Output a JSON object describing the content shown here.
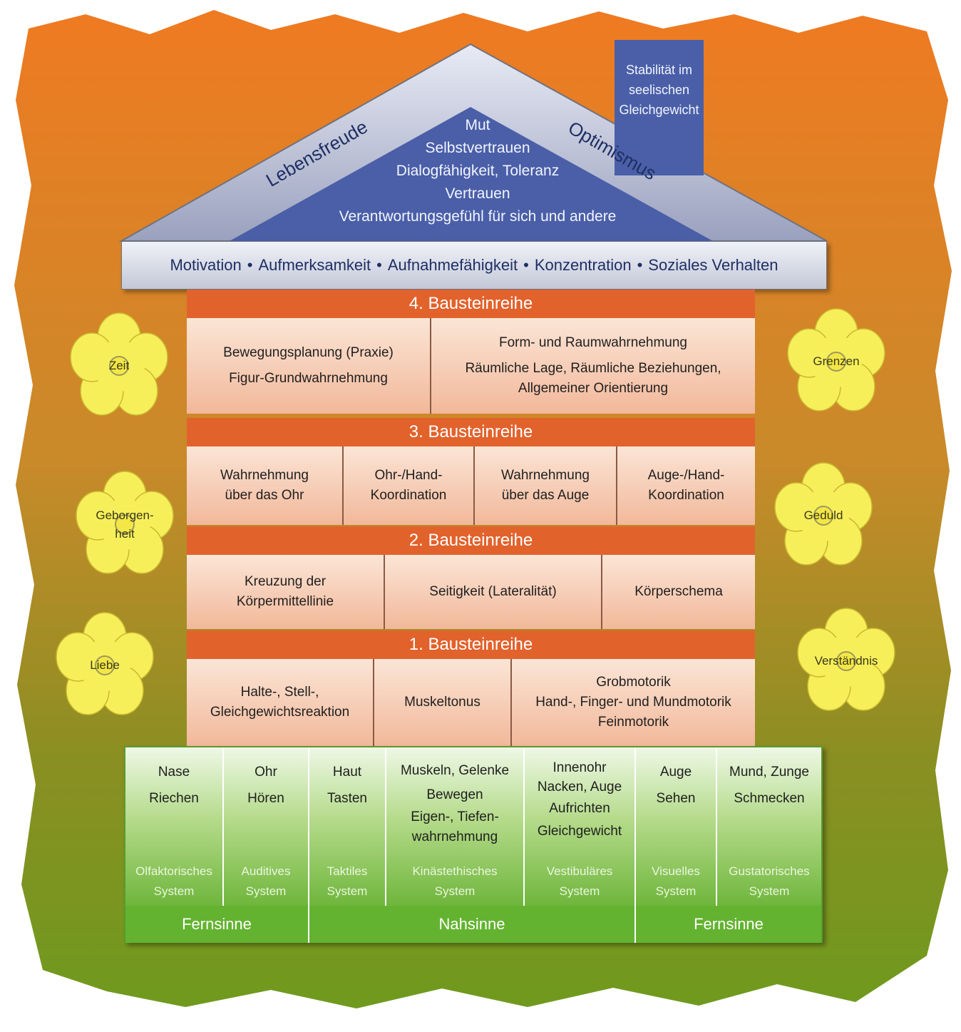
{
  "roof": {
    "left_slope": "Lebensfreude",
    "right_slope": "Optimismus",
    "chimney_lines": [
      "Stabilität im",
      "seelischen",
      "Gleichgewicht"
    ],
    "center_lines": [
      "Mut",
      "Selbstvertrauen",
      "Dialogfähigkeit, Toleranz",
      "Vertrauen",
      "Verantwortungsgefühl für sich und andere"
    ]
  },
  "beam": {
    "items": [
      "Motivation",
      "Aufmerksamkeit",
      "Aufnahmefähigkeit",
      "Konzentration",
      "Soziales Verhalten"
    ],
    "separator": "•"
  },
  "rows": {
    "r4": {
      "title": "4. Bausteinreihe",
      "cells": [
        [
          "Bewegungsplanung (Praxie)",
          "Figur-Grundwahrnehmung"
        ],
        [
          "Form- und Raumwahrnehmung",
          "Räumliche Lage, Räumliche Beziehungen,",
          "Allgemeiner Orientierung"
        ]
      ]
    },
    "r3": {
      "title": "3. Bausteinreihe",
      "cells": [
        [
          "Wahrnehmung",
          "über das Ohr"
        ],
        [
          "Ohr-/Hand-",
          "Koordination"
        ],
        [
          "Wahrnehmung",
          "über das Auge"
        ],
        [
          "Auge-/Hand-",
          "Koordination"
        ]
      ]
    },
    "r2": {
      "title": "2. Bausteinreihe",
      "cells": [
        [
          "Kreuzung der",
          "Körpermittellinie"
        ],
        [
          "Seitigkeit (Lateralität)"
        ],
        [
          "Körperschema"
        ]
      ]
    },
    "r1": {
      "title": "1. Bausteinreihe",
      "cells": [
        [
          "Halte-, Stell-,",
          "Gleichgewichtsreaktion"
        ],
        [
          "Muskeltonus"
        ],
        [
          "Grobmotorik",
          "Hand-, Finger- und Mundmotorik",
          "Feinmotorik"
        ]
      ]
    }
  },
  "senses": {
    "columns": [
      {
        "lines": [
          "Nase",
          "Riechen"
        ],
        "system": [
          "Olfaktorisches",
          "System"
        ]
      },
      {
        "lines": [
          "Ohr",
          "Hören"
        ],
        "system": [
          "Auditives",
          "System"
        ]
      },
      {
        "lines": [
          "Haut",
          "Tasten"
        ],
        "system": [
          "Taktiles",
          "System"
        ]
      },
      {
        "lines": [
          "Muskeln, Gelenke",
          "Bewegen",
          "Eigen-, Tiefen-",
          "wahrnehmung"
        ],
        "system": [
          "Kinästethisches",
          "System"
        ]
      },
      {
        "lines": [
          "Innenohr",
          "Nacken, Auge",
          "Aufrichten",
          "Gleichgewicht"
        ],
        "system": [
          "Vestibuläres",
          "System"
        ]
      },
      {
        "lines": [
          "Auge",
          "Sehen"
        ],
        "system": [
          "Visuelles",
          "System"
        ]
      },
      {
        "lines": [
          "Mund, Zunge",
          "Schmecken"
        ],
        "system": [
          "Gustatorisches",
          "System"
        ]
      }
    ],
    "footer": [
      "Fernsinne",
      "Nahsinne",
      "Fernsinne"
    ]
  },
  "flowers": {
    "left": [
      [
        "Zeit"
      ],
      [
        "Geborgen-",
        "heit"
      ],
      [
        "Liebe"
      ]
    ],
    "right": [
      [
        "Grenzen"
      ],
      [
        "Geduld"
      ],
      [
        "Verständnis"
      ]
    ]
  },
  "colors": {
    "roof_dark": "#4a5fa7",
    "roof_light": "#c8cde0",
    "band_orange": "#e2622c",
    "cell_peach": "#f2b89a",
    "sense_green": "#63b330",
    "flower_yellow": "#f7ef5a"
  }
}
